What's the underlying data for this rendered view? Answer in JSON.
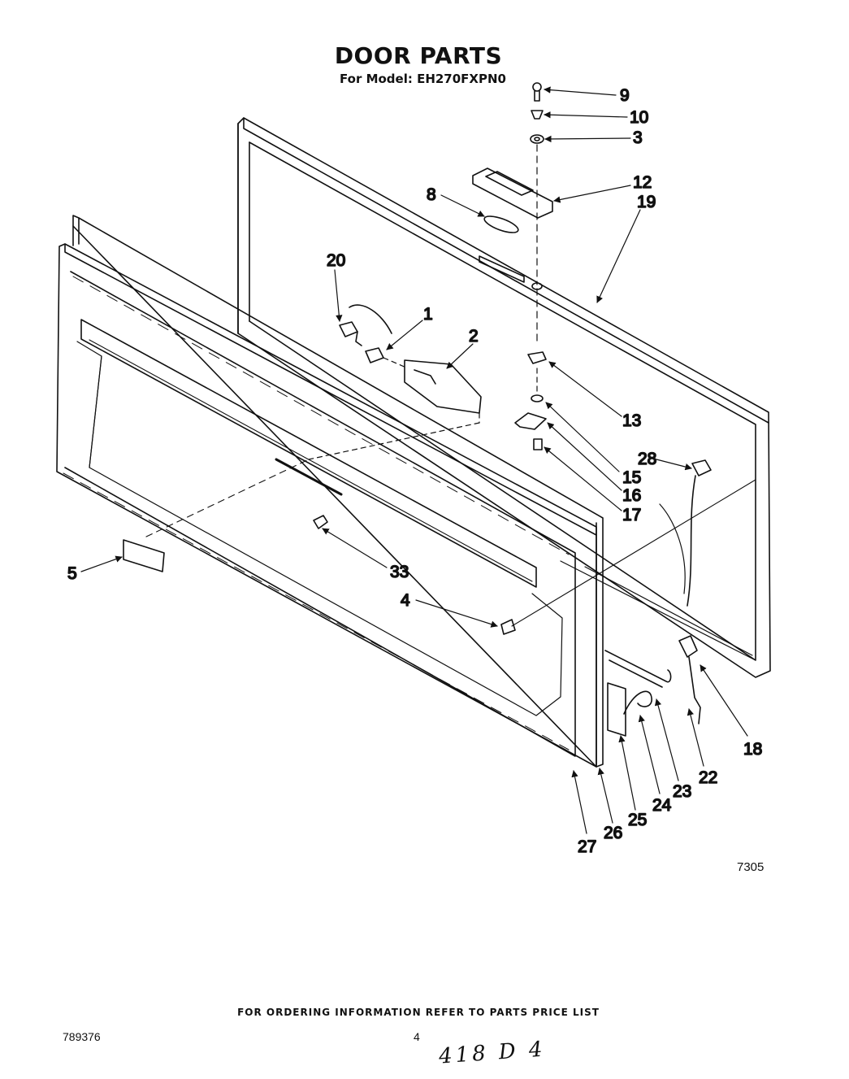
{
  "header": {
    "title": "DOOR PARTS",
    "model_line": "For Model: EH270FXPN0"
  },
  "callouts": {
    "p9": "9",
    "p10": "10",
    "p3": "3",
    "p12": "12",
    "p19": "19",
    "p8": "8",
    "p20": "20",
    "p1": "1",
    "p2": "2",
    "p13": "13",
    "p15": "15",
    "p16": "16",
    "p17": "17",
    "p28": "28",
    "p5": "5",
    "p33": "33",
    "p4": "4",
    "p18": "18",
    "p22": "22",
    "p23": "23",
    "p24": "24",
    "p25": "25",
    "p26": "26",
    "p27": "27"
  },
  "figure_code": "7305",
  "footer": {
    "ordering_note": "FOR ORDERING INFORMATION REFER TO PARTS PRICE LIST",
    "doc_number": "789376",
    "page_number": "4",
    "handwritten_note": "418 D 4"
  }
}
